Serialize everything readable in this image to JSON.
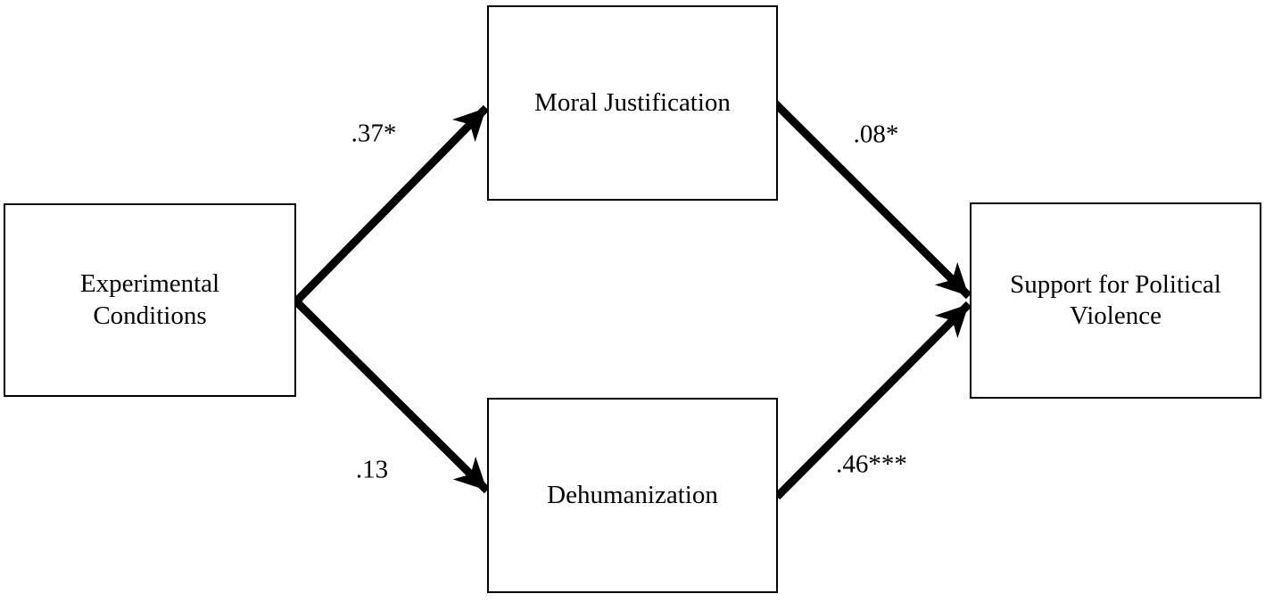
{
  "diagram": {
    "type": "path-model",
    "nodes": [
      {
        "id": "experimental_conditions",
        "label": "Experimental Conditions",
        "role": "predictor"
      },
      {
        "id": "moral_justification",
        "label": "Moral Justification",
        "role": "mediator"
      },
      {
        "id": "dehumanization",
        "label": "Dehumanization",
        "role": "mediator"
      },
      {
        "id": "support_political_violence",
        "label": "Support for Political Violence",
        "role": "outcome"
      }
    ],
    "edges": [
      {
        "from": "experimental_conditions",
        "to": "moral_justification",
        "coefficient": ".37*"
      },
      {
        "from": "experimental_conditions",
        "to": "dehumanization",
        "coefficient": ".13"
      },
      {
        "from": "moral_justification",
        "to": "support_political_violence",
        "coefficient": ".08*"
      },
      {
        "from": "dehumanization",
        "to": "support_political_violence",
        "coefficient": ".46***"
      }
    ],
    "colors": {
      "background": "#ffffff",
      "box_fill": "#ffffff",
      "box_border": "#000000",
      "arrow": "#000000",
      "text": "#000000"
    }
  }
}
